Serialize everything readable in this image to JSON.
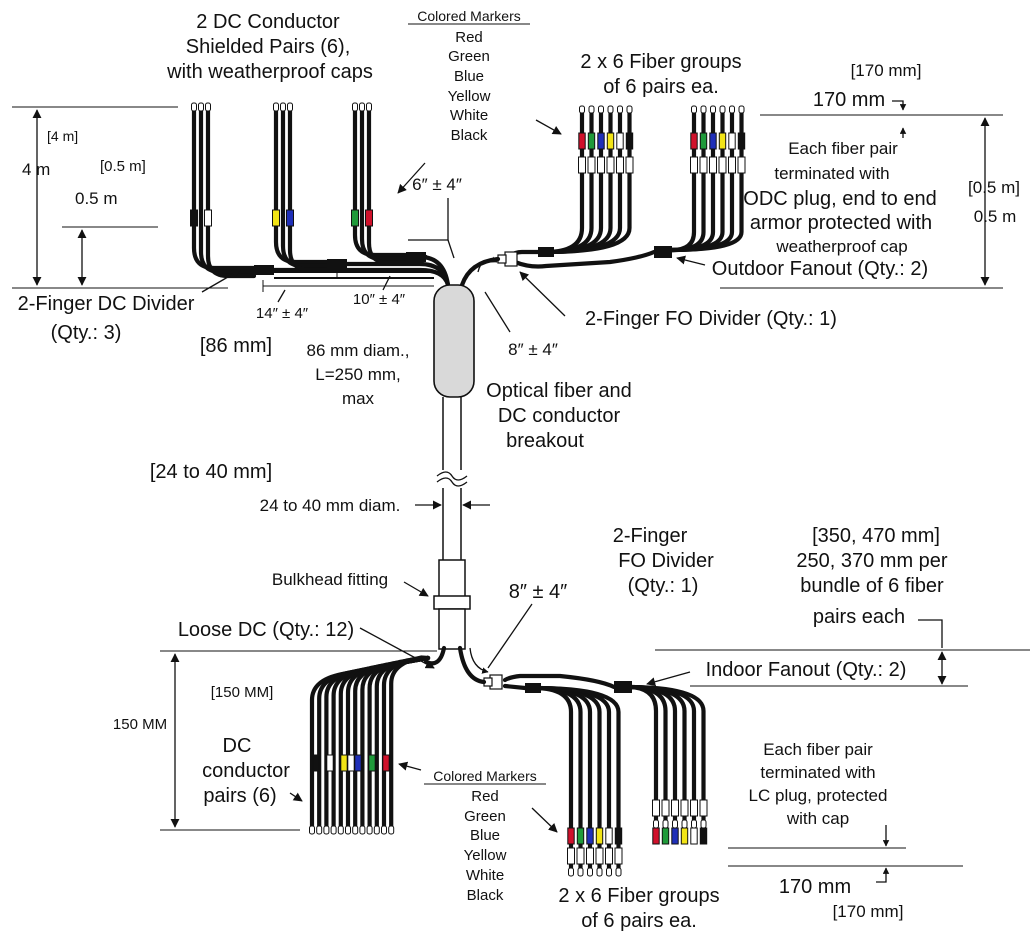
{
  "top": {
    "dc_pairs_label": [
      "2 DC Conductor",
      "Shielded Pairs (6),",
      "with weatherproof caps"
    ],
    "colored_markers_title": "Colored Markers",
    "colored_markers": [
      "Red",
      "Green",
      "Blue",
      "Yellow",
      "White",
      "Black"
    ],
    "fiber_groups_label": [
      "2 x 6 Fiber groups",
      "of 6 pairs ea."
    ],
    "dim_170_bracket": "[170 mm]",
    "dim_170": "170 mm",
    "fiber_pair_note": [
      "Each fiber pair",
      "terminated with",
      "ODC plug, end to end",
      "armor protected with",
      "weatherproof cap"
    ],
    "dim_4m_bracket": "[4 m]",
    "dim_4m": "4 m",
    "dim_05m_bracket": "[0.5 m]",
    "dim_05m": "0.5 m",
    "dim_05m_right_bracket": "[0.5 m]",
    "dim_05m_right": "0.5 m",
    "dim_6in": "6″ ± 4″",
    "dim_14in": "14″ ± 4″",
    "dim_10in": "10″ ± 4″",
    "dim_8in": "8″ ± 4″",
    "outdoor_fanout": "Outdoor Fanout (Qty.: 2)",
    "dc_divider": [
      "2-Finger DC Divider",
      "(Qty.: 3)"
    ],
    "fo_divider": "2-Finger FO Divider (Qty.: 1)",
    "dim_86_bracket": "[86 mm]",
    "breakout_dims": [
      "86 mm diam.,",
      "L=250 mm,",
      "max"
    ],
    "breakout_label": [
      "Optical fiber and",
      "DC conductor",
      "breakout"
    ]
  },
  "middle": {
    "dim_trunk_bracket": "[24 to 40 mm]",
    "dim_trunk": "24 to 40 mm diam.",
    "bulkhead": "Bulkhead fitting"
  },
  "bottom": {
    "fo_divider": [
      "2-Finger",
      "FO Divider",
      "(Qty.: 1)"
    ],
    "dim_8in": "8″ ± 4″",
    "bundle_bracket": "[350, 470 mm]",
    "bundle_note": [
      "250, 370 mm per",
      "bundle of 6 fiber",
      "pairs each"
    ],
    "loose_dc": "Loose DC (Qty.: 12)",
    "indoor_fanout": "Indoor Fanout (Qty.: 2)",
    "dim_150_bracket": "[150 MM]",
    "dim_150": "150 MM",
    "dc_pairs": [
      "DC",
      "conductor",
      "pairs (6)"
    ],
    "colored_markers_title": "Colored Markers",
    "colored_markers": [
      "Red",
      "Green",
      "Blue",
      "Yellow",
      "White",
      "Black"
    ],
    "fiber_pair_note": [
      "Each fiber pair",
      "terminated with",
      "LC plug, protected",
      "with cap"
    ],
    "fiber_groups_label": [
      "2 x 6 Fiber groups",
      "of 6 pairs ea."
    ],
    "dim_170": "170 mm",
    "dim_170_bracket": "[170 mm]"
  },
  "colors": {
    "red": "#d0112b",
    "green": "#1f9a3a",
    "blue": "#1f2fb8",
    "yellow": "#f2e416",
    "white": "#ffffff",
    "black": "#111111",
    "breakout_fill": "#d9d9d9"
  }
}
